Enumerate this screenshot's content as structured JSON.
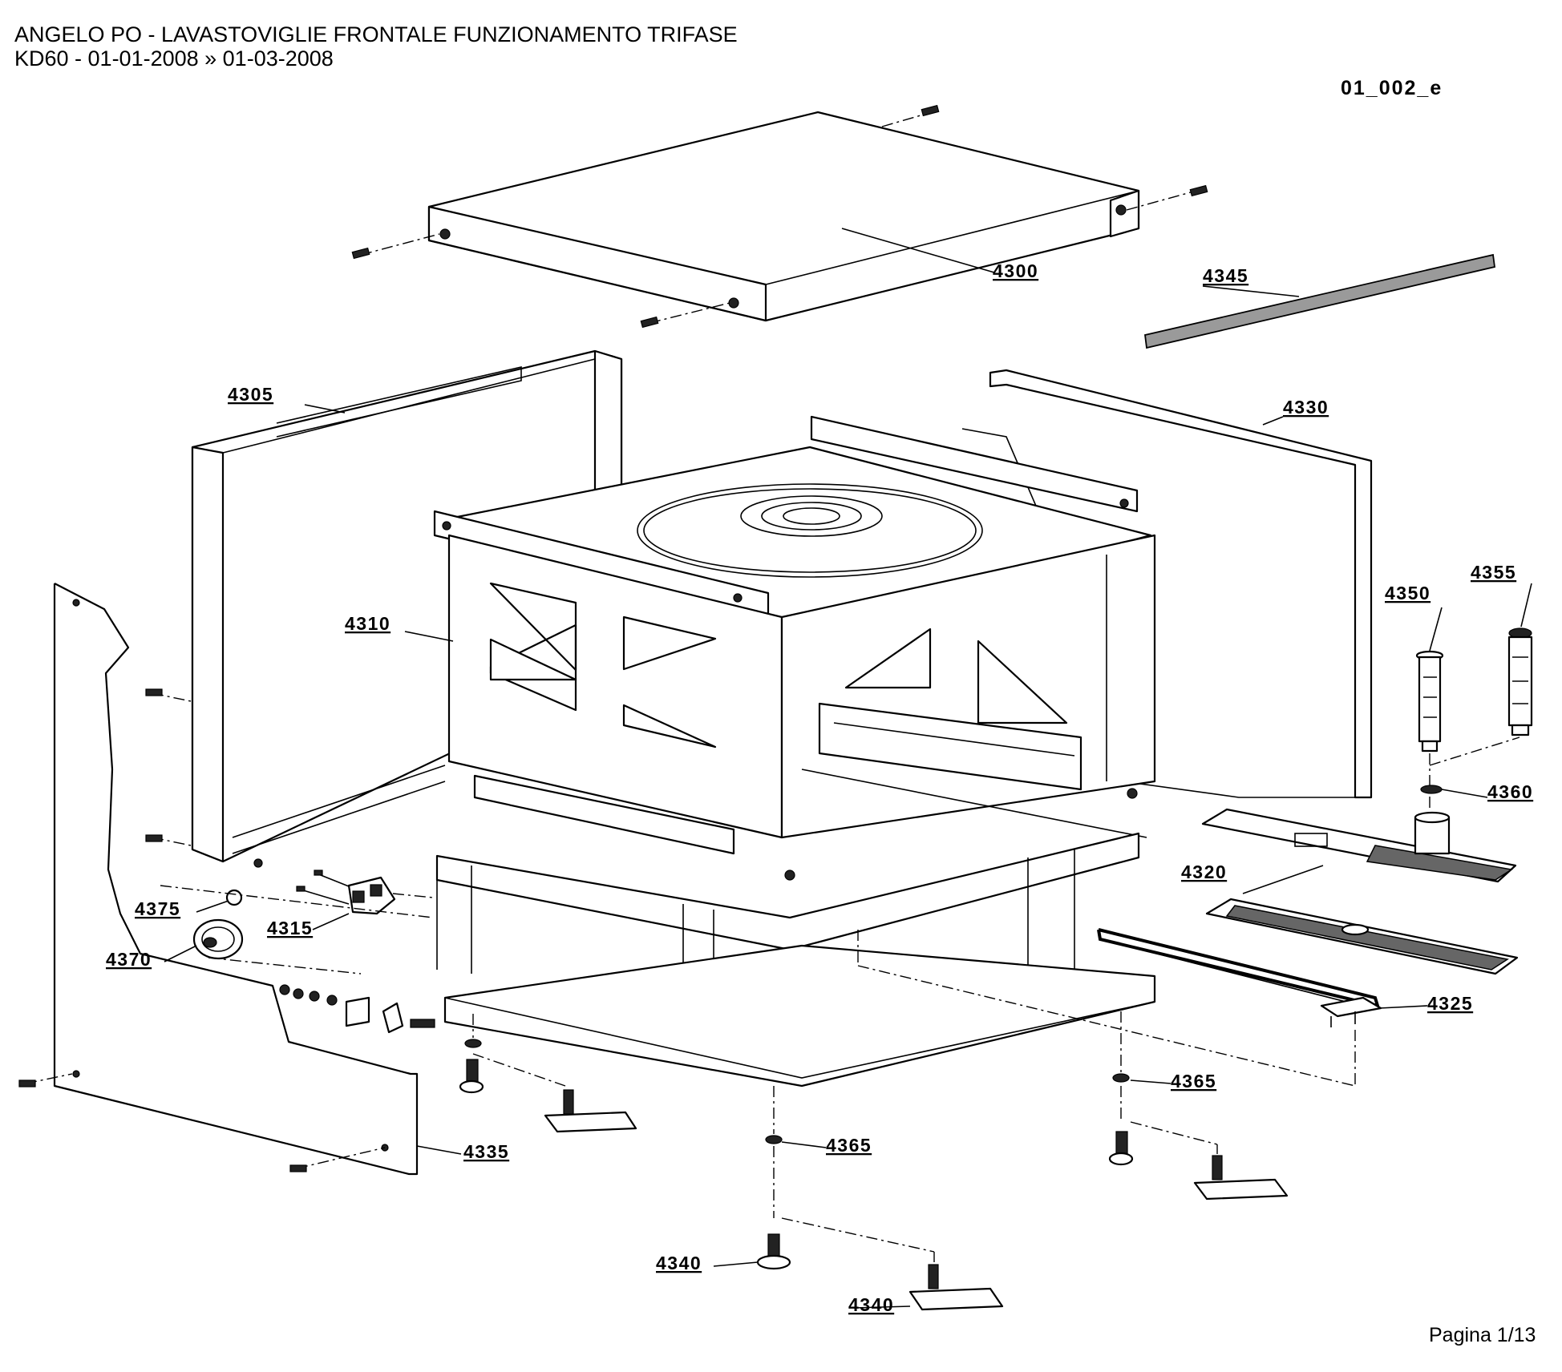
{
  "header": {
    "title": "ANGELO PO - LAVASTOVIGLIE FRONTALE FUNZIONAMENTO TRIFASE",
    "subtitle": "KD60 - 01-01-2008 » 01-03-2008",
    "drawing_code": "01_002_e"
  },
  "footer": {
    "page": "Pagina 1/13"
  },
  "labels": {
    "p4300": "4300",
    "p4345": "4345",
    "p4305": "4305",
    "p4330": "4330",
    "p4310": "4310",
    "p4350": "4350",
    "p4355": "4355",
    "p4360": "4360",
    "p4320": "4320",
    "p4375": "4375",
    "p4315": "4315",
    "p4370": "4370",
    "p4325": "4325",
    "p4365a": "4365",
    "p4365b": "4365",
    "p4335": "4335",
    "p4340a": "4340",
    "p4340b": "4340"
  }
}
